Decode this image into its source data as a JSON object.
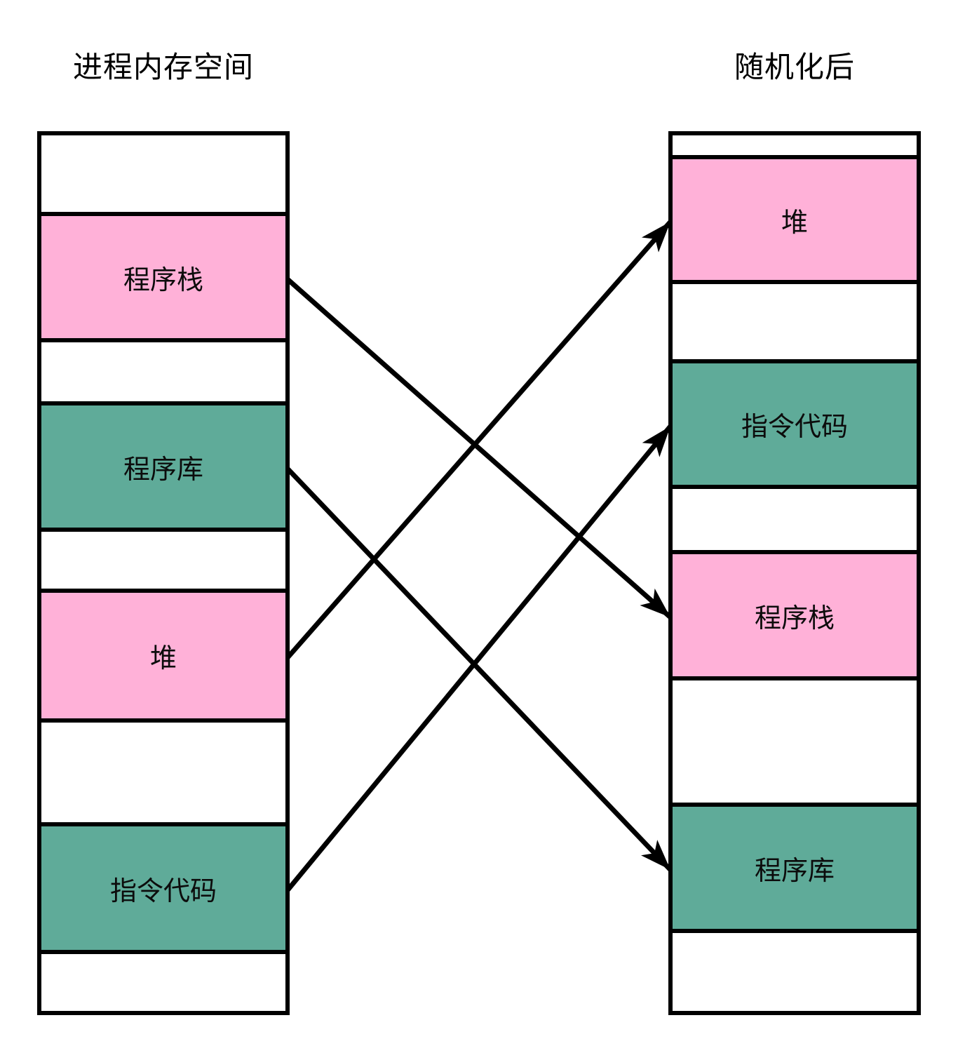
{
  "titles": {
    "left": "进程内存空间",
    "right": "随机化后"
  },
  "colors": {
    "pink": "#FFB1D8",
    "green": "#5FAB99",
    "border": "#000000",
    "background": "#FFFFFF",
    "arrow": "#000000",
    "text": "#000000"
  },
  "left_column": {
    "title": "进程内存空间",
    "segments": [
      {
        "label": "",
        "type": "empty"
      },
      {
        "label": "程序栈",
        "type": "pink"
      },
      {
        "label": "",
        "type": "empty"
      },
      {
        "label": "程序库",
        "type": "green"
      },
      {
        "label": "",
        "type": "empty"
      },
      {
        "label": "堆",
        "type": "pink"
      },
      {
        "label": "",
        "type": "empty"
      },
      {
        "label": "指令代码",
        "type": "green"
      },
      {
        "label": "",
        "type": "empty"
      }
    ]
  },
  "right_column": {
    "title": "随机化后",
    "segments": [
      {
        "label": "",
        "type": "empty"
      },
      {
        "label": "堆",
        "type": "pink"
      },
      {
        "label": "",
        "type": "empty"
      },
      {
        "label": "指令代码",
        "type": "green"
      },
      {
        "label": "",
        "type": "empty"
      },
      {
        "label": "程序栈",
        "type": "pink"
      },
      {
        "label": "",
        "type": "empty"
      },
      {
        "label": "程序库",
        "type": "green"
      },
      {
        "label": "",
        "type": "empty"
      }
    ]
  },
  "arrows": [
    {
      "label": "程序栈",
      "from": {
        "column": "left",
        "segment": 1
      },
      "to": {
        "column": "right",
        "segment": 5
      }
    },
    {
      "label": "程序库",
      "from": {
        "column": "left",
        "segment": 3
      },
      "to": {
        "column": "right",
        "segment": 7
      }
    },
    {
      "label": "堆",
      "from": {
        "column": "left",
        "segment": 5
      },
      "to": {
        "column": "right",
        "segment": 1
      }
    },
    {
      "label": "指令代码",
      "from": {
        "column": "left",
        "segment": 7
      },
      "to": {
        "column": "right",
        "segment": 3
      }
    }
  ]
}
